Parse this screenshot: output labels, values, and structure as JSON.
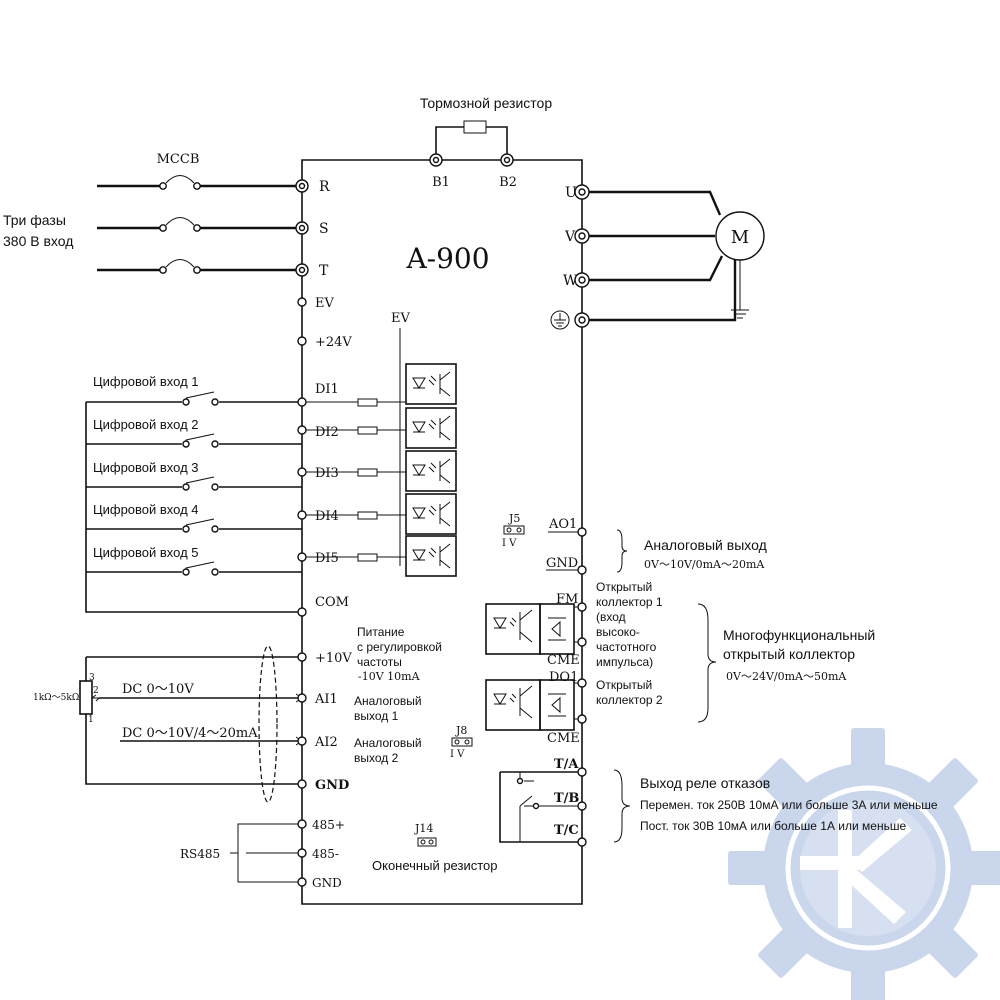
{
  "title": "A-900",
  "braking_resistor": {
    "label": "Тормозной резистор",
    "terminals": [
      "B1",
      "B2"
    ]
  },
  "power_input": {
    "breaker": "MCCB",
    "label_line1": "Три фазы",
    "label_line2": "380 В вход",
    "terminals": [
      "R",
      "S",
      "T"
    ]
  },
  "motor": {
    "symbol": "M",
    "terminals": [
      "U",
      "V",
      "W"
    ],
    "ground_icon": "ground-icon"
  },
  "supply": {
    "ev": "EV",
    "ev_top": "EV",
    "v24": "+24V"
  },
  "digital_inputs": [
    {
      "label": "Цифровой вход 1",
      "terminal": "DI1"
    },
    {
      "label": "Цифровой вход 2",
      "terminal": "DI2"
    },
    {
      "label": "Цифровой вход 3",
      "terminal": "DI3"
    },
    {
      "label": "Цифровой вход 4",
      "terminal": "DI4"
    },
    {
      "label": "Цифровой вход 5",
      "terminal": "DI5"
    }
  ],
  "com": "COM",
  "analog_in": {
    "v10": "+10V",
    "supply_line1": "Питание",
    "supply_line2": "с регулировкой",
    "supply_line3": "частоты",
    "supply_spec": "-10V 10mA",
    "pot_label": "1kΩ～5kΩ",
    "pot_pins": [
      "3",
      "2",
      "1"
    ],
    "ai1": "AI1",
    "ai1_signal": "DC 0～10V",
    "ai1_line1": "Аналоговый",
    "ai1_line2": "выход 1",
    "ai2": "AI2",
    "ai2_signal": "DC 0～10V/4～20mA",
    "ai2_line1": "Аналоговый",
    "ai2_line2": "выход 2",
    "gnd": "GND",
    "j8": "J8",
    "j8_iv": "I  V"
  },
  "rs485": {
    "label": "RS485",
    "terminals": [
      "485+",
      "485-",
      "GND"
    ],
    "j14": "J14",
    "termination": "Оконечный резистор"
  },
  "analog_out": {
    "j5": "J5",
    "j5_iv": "I  V",
    "ao1": "AO1",
    "gnd": "GND",
    "title": "Аналоговый выход",
    "spec": "0V～10V/0mA～20mA"
  },
  "open_collector": {
    "fm": "FM",
    "cme1": "CME",
    "do1": "DO1",
    "cme2": "CME",
    "oc1_line1": "Открытый",
    "oc1_line2": "коллектор 1",
    "oc1_line3": "(вход",
    "oc1_line4": "высоко-",
    "oc1_line5": "частотного",
    "oc1_line6": "импульса)",
    "oc2_line1": "Открытый",
    "oc2_line2": "коллектор 2",
    "group_line1": "Многофункциональный",
    "group_line2": "открытый коллектор",
    "group_spec": "0V～24V/0mA～50mA"
  },
  "relay": {
    "ta": "T/A",
    "tb": "T/B",
    "tc": "T/C",
    "title": "Выход реле отказов",
    "ac": "Перемен. ток 250В 10мА или больше 3А или меньше",
    "dc": "Пост. ток 30В 10мА или больше 1А или меньше"
  },
  "colors": {
    "line": "#111111",
    "watermark": "#c5d3ea",
    "watermark_mark": "#ffffff"
  }
}
